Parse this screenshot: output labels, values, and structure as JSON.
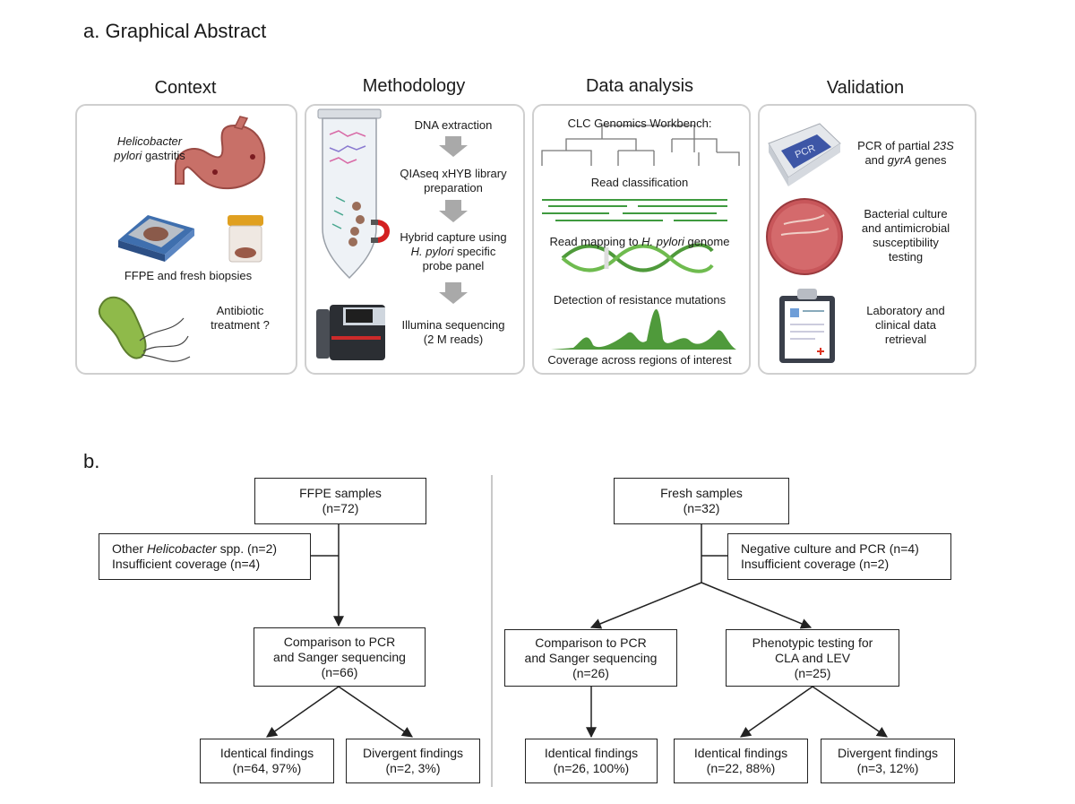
{
  "part_a": {
    "title": "a. Graphical Abstract",
    "panels": [
      {
        "header": "Context",
        "items": [
          {
            "pre": "",
            "it": "Helicobacter",
            "post": ""
          },
          {
            "pre": "",
            "it": "pylori",
            "post": " gastritis"
          },
          {
            "pre": "FFPE and fresh biopsies",
            "it": "",
            "post": ""
          },
          {
            "pre": "Antibiotic",
            "it": "",
            "post": ""
          },
          {
            "pre": "treatment ?",
            "it": "",
            "post": ""
          }
        ]
      },
      {
        "header": "Methodology",
        "items": [
          {
            "pre": "DNA extraction",
            "it": "",
            "post": ""
          },
          {
            "pre": "QIAseq xHYB library",
            "it": "",
            "post": ""
          },
          {
            "pre": "preparation",
            "it": "",
            "post": ""
          },
          {
            "pre": "Hybrid capture using",
            "it": "",
            "post": ""
          },
          {
            "pre": "",
            "it": "H. pylori",
            "post": " specific"
          },
          {
            "pre": "probe panel",
            "it": "",
            "post": ""
          },
          {
            "pre": "Illumina sequencing",
            "it": "",
            "post": ""
          },
          {
            "pre": "(2 M reads)",
            "it": "",
            "post": ""
          }
        ]
      },
      {
        "header": "Data analysis",
        "items": [
          {
            "pre": "CLC Genomics Workbench:",
            "it": "",
            "post": ""
          },
          {
            "pre": "Read classification",
            "it": "",
            "post": ""
          },
          {
            "pre": "Read mapping to ",
            "it": "H. pylori",
            "post": " genome"
          },
          {
            "pre": "Detection of resistance mutations",
            "it": "",
            "post": ""
          },
          {
            "pre": "Coverage across regions of interest",
            "it": "",
            "post": ""
          }
        ]
      },
      {
        "header": "Validation",
        "items": [
          {
            "pre": "PCR of partial ",
            "it": "23S",
            "post": ""
          },
          {
            "pre": "and ",
            "it": "gyrA",
            "post": " genes"
          },
          {
            "pre": "Bacterial culture",
            "it": "",
            "post": ""
          },
          {
            "pre": "and antimicrobial",
            "it": "",
            "post": ""
          },
          {
            "pre": "susceptibility",
            "it": "",
            "post": ""
          },
          {
            "pre": "testing",
            "it": "",
            "post": ""
          },
          {
            "pre": "Laboratory and",
            "it": "",
            "post": ""
          },
          {
            "pre": "clinical data",
            "it": "",
            "post": ""
          },
          {
            "pre": "retrieval",
            "it": "",
            "post": ""
          }
        ]
      }
    ],
    "icons": {
      "pcr_label": "PCR"
    }
  },
  "part_b": {
    "label": "b.",
    "ffpe": {
      "samples": [
        "FFPE samples",
        "(n=72)"
      ],
      "excluded_1_pre": "Other ",
      "excluded_1_it": "Helicobacter",
      "excluded_1_post": " spp. (n=2)",
      "excluded_2": "Insufficient coverage (n=4)",
      "comparison": [
        "Comparison to PCR",
        "and Sanger sequencing",
        "(n=66)"
      ],
      "identical": [
        "Identical findings",
        "(n=64, 97%)"
      ],
      "divergent": [
        "Divergent findings",
        "(n=2, 3%)"
      ]
    },
    "fresh": {
      "samples": [
        "Fresh samples",
        "(n=32)"
      ],
      "excluded_1": "Negative culture and PCR (n=4)",
      "excluded_2": "Insufficient coverage (n=2)",
      "comparison": [
        "Comparison to PCR",
        "and Sanger sequencing",
        "(n=26)"
      ],
      "phenotypic": [
        "Phenotypic testing for",
        "CLA and LEV",
        "(n=25)"
      ],
      "comparison_identical": [
        "Identical findings",
        "(n=26, 100%)"
      ],
      "phenotypic_identical": [
        "Identical findings",
        "(n=22, 88%)"
      ],
      "phenotypic_divergent": [
        "Divergent findings",
        "(n=3, 12%)"
      ]
    }
  }
}
